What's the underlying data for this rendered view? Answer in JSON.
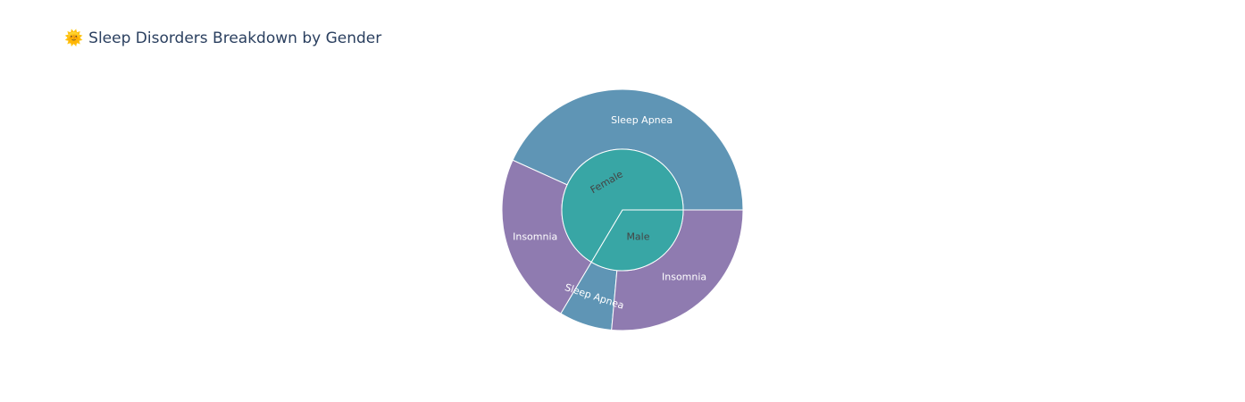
{
  "title": {
    "emoji": "🌞",
    "text": "Sleep Disorders Breakdown by Gender"
  },
  "colors": {
    "gender": "#38a6a5",
    "Sleep Apnea": "#5f95b5",
    "Insomnia": "#8f7bb0",
    "edge": "#ffffff",
    "inner_text": "#444444",
    "outer_text": "#ffffff"
  },
  "chart_data": {
    "type": "sunburst",
    "title": "Sleep Disorders Breakdown by Gender",
    "hierarchy": [
      {
        "label": "Female",
        "value": 103,
        "children": [
          {
            "label": "Sleep Apnea",
            "value": 67
          },
          {
            "label": "Insomnia",
            "value": 36
          }
        ]
      },
      {
        "label": "Male",
        "value": 52,
        "children": [
          {
            "label": "Sleep Apnea",
            "value": 11
          },
          {
            "label": "Insomnia",
            "value": 41
          }
        ]
      }
    ]
  }
}
